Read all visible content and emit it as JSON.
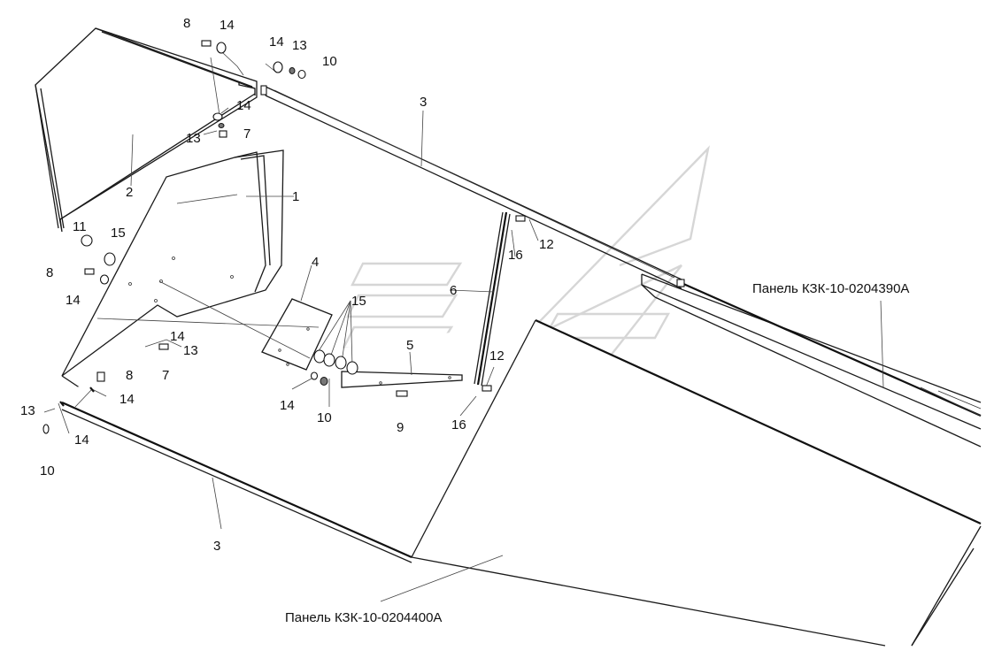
{
  "diagram": {
    "callouts": {
      "c8_top": "8",
      "c14_top_a": "14",
      "c14_top_b": "14",
      "c13_top": "13",
      "c10_top": "10",
      "c3_top": "3",
      "c14_mid": "14",
      "c13_mid": "13",
      "c7_top": "7",
      "c2": "2",
      "c1": "1",
      "c11": "11",
      "c15_left": "15",
      "c8_left": "8",
      "c14_left": "14",
      "c4": "4",
      "c15_group": "15",
      "c6": "6",
      "c16_top": "16",
      "c12_top": "12",
      "c14_lower": "14",
      "c13_lower": "13",
      "c7_lower": "7",
      "c8_lower": "8",
      "c14_lower_b": "14",
      "c5": "5",
      "c12_lower": "12",
      "c14_bot": "14",
      "c10_bot": "10",
      "c9": "9",
      "c16_bot": "16",
      "c13_far": "13",
      "c14_far": "14",
      "c10_far": "10",
      "c3_bot": "3"
    },
    "panel_right": "Панель КЗК-10-0204390А",
    "panel_bottom": "Панель КЗК-10-0204400А"
  }
}
